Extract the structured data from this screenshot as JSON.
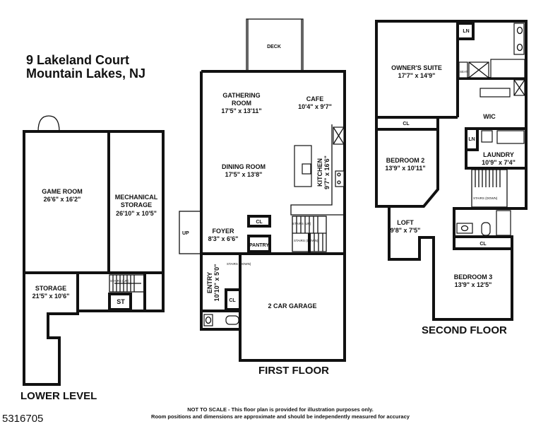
{
  "address": {
    "line1": "9 Lakeland Court",
    "line2": "Mountain Lakes, NJ"
  },
  "floors": {
    "lower": "LOWER LEVEL",
    "first": "FIRST FLOOR",
    "second": "SECOND FLOOR"
  },
  "rooms": {
    "game_room": {
      "name": "GAME ROOM",
      "dim": "26'6\" x 16'2\""
    },
    "mechanical": {
      "name1": "MECHANICAL",
      "name2": "STORAGE",
      "dim": "26'10\" x 10'5\""
    },
    "storage": {
      "name": "STORAGE",
      "dim": "21'5\" x 10'6\""
    },
    "st": "ST",
    "deck": "DECK",
    "gathering": {
      "name1": "GATHERING",
      "name2": "ROOM",
      "dim": "17'5\" x 13'11\""
    },
    "cafe": {
      "name": "CAFE",
      "dim": "10'4\" x 9'7\""
    },
    "dining": {
      "name": "DINING ROOM",
      "dim": "17'5\" x 13'8\""
    },
    "kitchen": {
      "name": "KITCHEN",
      "dim": "9'7\" x 16'6\""
    },
    "foyer": {
      "name": "FOYER",
      "dim": "8'3\" x 6'6\""
    },
    "pantry": "PANTRY",
    "entry": {
      "name": "ENTRY",
      "dim": "10'10\" x 5'0\""
    },
    "garage": "2 CAR GARAGE",
    "up": "UP",
    "owners_suite": {
      "name": "OWNER'S SUITE",
      "dim": "17'7\" x 14'9\""
    },
    "wic": "WIC",
    "ln": "LN",
    "seat": "SEAT",
    "bedroom2": {
      "name": "BEDROOM 2",
      "dim": "13'9\" x 10'11\""
    },
    "laundry": {
      "name": "LAUNDRY",
      "dim": "10'9\" x 7'4\""
    },
    "loft": {
      "name": "LOFT",
      "dim": "9'8\" x 7'5\""
    },
    "bedroom3": {
      "name": "BEDROOM 3",
      "dim": "13'9\" x 12'5\""
    },
    "cl": "CL"
  },
  "stairs": {
    "up": "STAIRS (UP)",
    "down": "STAIRS (DOWN)"
  },
  "disclaimer": {
    "line1": "NOT TO SCALE - This floor plan is provided for illustration purposes only.",
    "line2": "Room positions and dimensions are approximate and should be independently measured for accuracy"
  },
  "listing_id": "5316705"
}
